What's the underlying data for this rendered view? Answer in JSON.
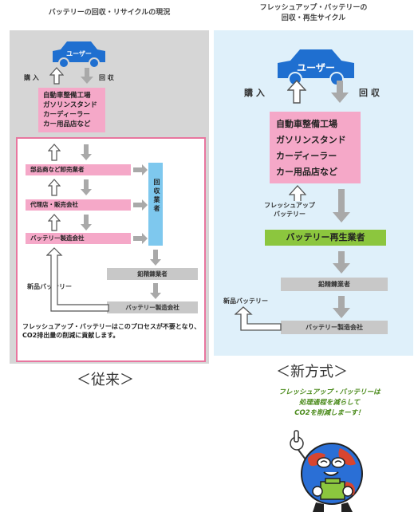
{
  "left": {
    "title": "バッテリーの回収・リサイクルの現況",
    "user": "ユーザー",
    "buy": "購 入",
    "collect": "回 収",
    "shops": [
      "自動車整備工場",
      "ガソリンスタンド",
      "カーディーラー",
      "カー用品店など"
    ],
    "flow": [
      "部品商など卸売業者",
      "代理店・販売会社",
      "バッテリー製造会社"
    ],
    "collector": "回収業者",
    "smelter": "鉛精錬業者",
    "manufacturer": "バッテリー製造会社",
    "new_battery": "新品バッテリー",
    "note": "フレッシュアップ・バッテリーはこのプロセスが不要となり、CO2排出量の削減に貢献します。",
    "caption": "＜従来＞"
  },
  "right": {
    "title": [
      "フレッシュアップ・バッテリーの",
      "回収・再生サイクル"
    ],
    "user": "ユーザー",
    "buy": "購 入",
    "collect": "回 収",
    "shops": [
      "自動車整備工場",
      "ガソリンスタンド",
      "カーディーラー",
      "カー用品店など"
    ],
    "freshup": [
      "フレッシュアップ",
      "バッテリー"
    ],
    "recycler": "バッテリー再生業者",
    "smelter": "鉛精錬業者",
    "manufacturer": "バッテリー製造会社",
    "new_battery": "新品バッテリー",
    "caption": "＜新方式＞"
  },
  "mascot": {
    "message": [
      "フレッシュアップ・バッテリーは",
      "処理過程を減らして",
      "CO2を削減しまーす！"
    ]
  },
  "colors": {
    "car_blue": "#1f6fd0",
    "pink": "#f5a8c8",
    "collector_blue": "#7ec8ee",
    "green": "#8cc63e",
    "arrow_gray": "#a9a9a9"
  }
}
